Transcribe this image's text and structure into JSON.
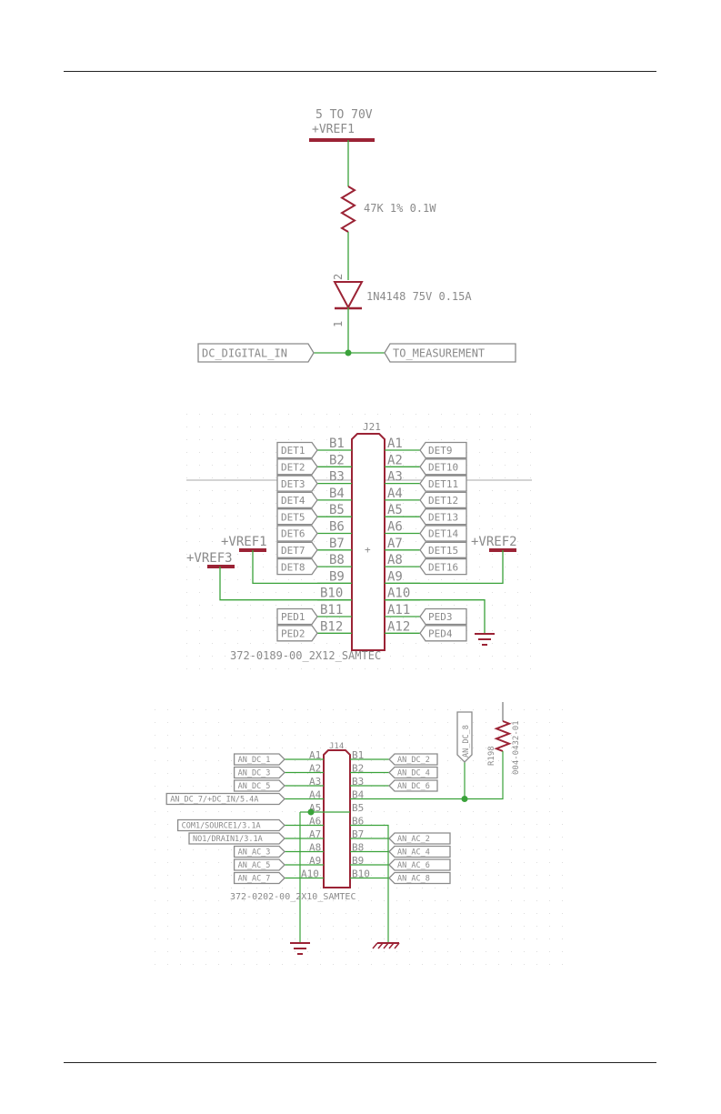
{
  "colors": {
    "wire": "#3aa23a",
    "part": "#9b2335",
    "label": "#8a8a8a",
    "grid": "#dddddd"
  },
  "diode_circuit": {
    "supply_range": "5 TO 70V",
    "supply": "+VREF1",
    "resistor_value": "47K 1% 0.1W",
    "diode_value": "1N4148 75V 0.15A",
    "diode_pin_anode": "2",
    "diode_pin_cathode": "1",
    "input_label": "DC_DIGITAL_IN",
    "output_label": "TO_MEASUREMENT"
  },
  "j21": {
    "ref": "J21",
    "part": "372-0189-00_2X12_SAMTEC",
    "left_pins": [
      "B1",
      "B2",
      "B3",
      "B4",
      "B5",
      "B6",
      "B7",
      "B8",
      "B9",
      "B10",
      "B11",
      "B12"
    ],
    "right_pins": [
      "A1",
      "A2",
      "A3",
      "A4",
      "A5",
      "A6",
      "A7",
      "A8",
      "A9",
      "A10",
      "A11",
      "A12"
    ],
    "left_nets": [
      "DET1",
      "DET2",
      "DET3",
      "DET4",
      "DET5",
      "DET6",
      "DET7",
      "DET8",
      "",
      "",
      "PED1",
      "PED2"
    ],
    "right_nets": [
      "DET9",
      "DET10",
      "DET11",
      "DET12",
      "DET13",
      "DET14",
      "DET15",
      "DET16",
      "",
      "",
      "PED3",
      "PED4"
    ],
    "vref1": "+VREF1",
    "vref2": "+VREF2",
    "vref3": "+VREF3"
  },
  "j14": {
    "ref": "J14",
    "part": "372-0202-00_2X10_SAMTEC",
    "left_pins": [
      "A1",
      "A2",
      "A3",
      "A4",
      "A5",
      "A6",
      "A7",
      "A8",
      "A9",
      "A10"
    ],
    "right_pins": [
      "B1",
      "B2",
      "B3",
      "B4",
      "B5",
      "B6",
      "B7",
      "B8",
      "B9",
      "B10"
    ],
    "left_nets": [
      "AN_DC_1",
      "AN_DC_3",
      "AN_DC_5",
      "AN_DC_7/+DC_IN/5.4A",
      "",
      "COM1/SOURCE1/3.1A",
      "NO1/DRAIN1/3.1A",
      "AN_AC_3",
      "AN_AC_5",
      "AN_AC_7"
    ],
    "right_nets": [
      "AN_DC_2",
      "AN_DC_4",
      "AN_DC_6",
      "",
      "",
      "",
      "AN_AC_2",
      "AN_AC_4",
      "AN_AC_6",
      "AN_AC_8"
    ],
    "vertical_net": "AN_DC_8",
    "resistor_ref": "R198",
    "resistor_part": "004-0432-01"
  }
}
